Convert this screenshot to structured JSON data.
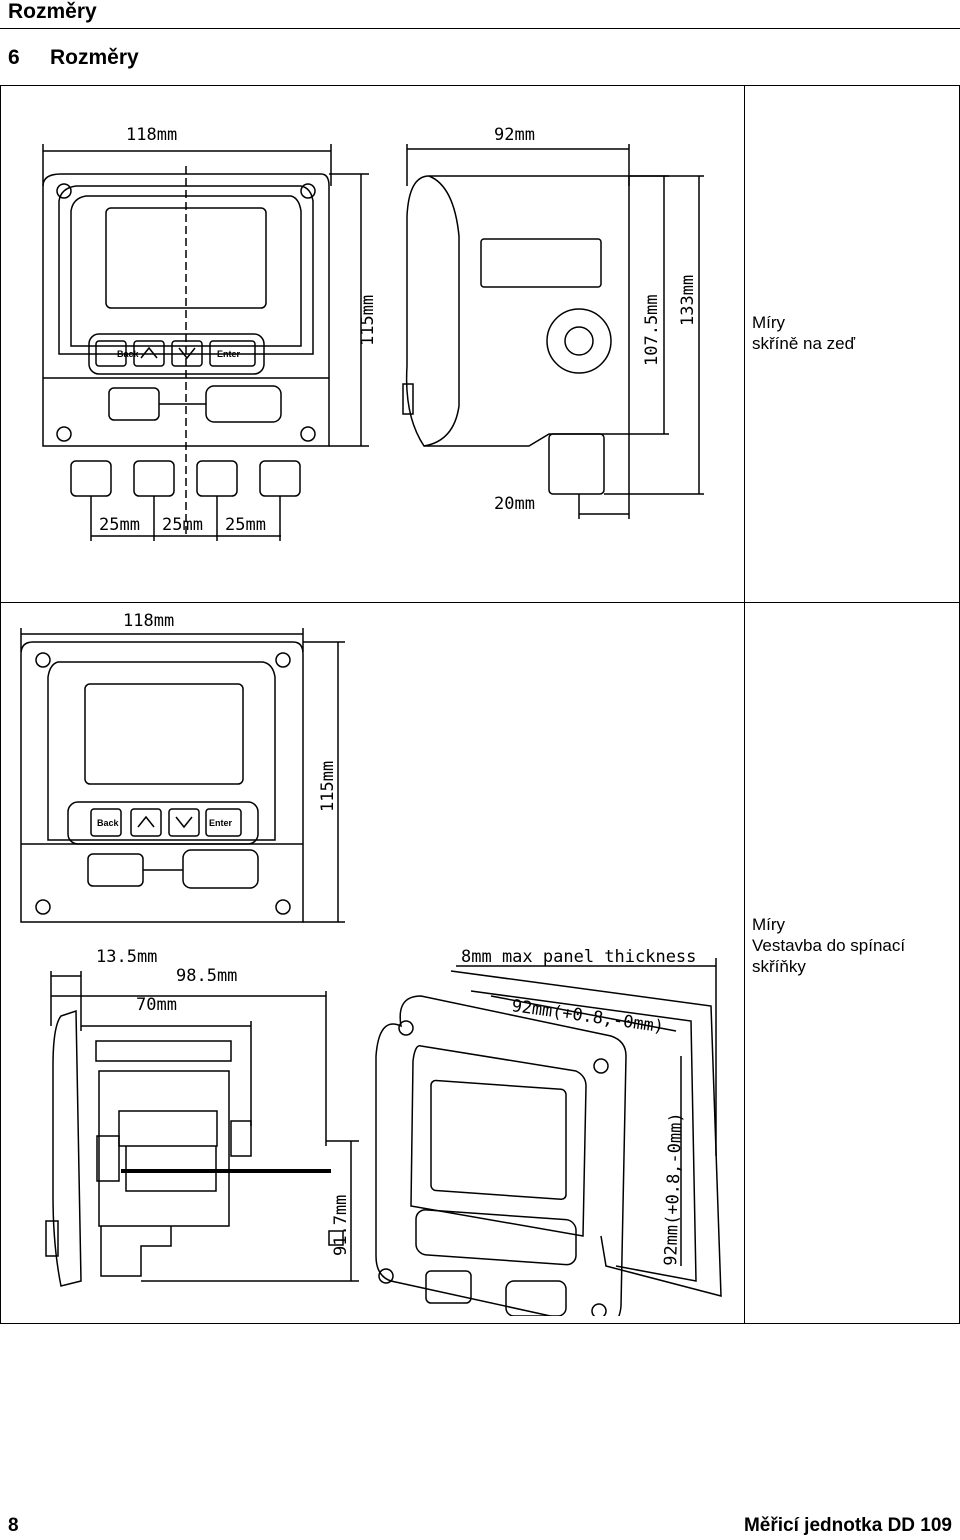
{
  "running_head": "Rozměry",
  "section": {
    "number": "6",
    "title": "Rozměry"
  },
  "rows": [
    {
      "caption_line1": "Míry",
      "caption_line2": "skříně na zeď",
      "dims": {
        "width": "118mm",
        "height": "115mm",
        "depth": "92mm",
        "h1": "107.5mm",
        "h2": "133mm",
        "gland": "20mm",
        "spacing": "25mm"
      }
    },
    {
      "caption_line1": "Míry",
      "caption_line2": "Vestavba do spínací",
      "caption_line3": "skříňky",
      "dims": {
        "width": "118mm",
        "height": "115mm",
        "d1": "13.5mm",
        "d2": "98.5mm",
        "d3": "70mm",
        "cut": "91.7mm",
        "panel": "8mm max  panel thickness",
        "cutout_w": "92mm(+0.8,-0mm)",
        "cutout_h": "92mm(+0.8,-0mm)"
      }
    }
  ],
  "buttons": {
    "back": "Back",
    "enter": "Enter"
  },
  "footer": {
    "page": "8",
    "product": "Měřicí jednotka DD 109"
  }
}
